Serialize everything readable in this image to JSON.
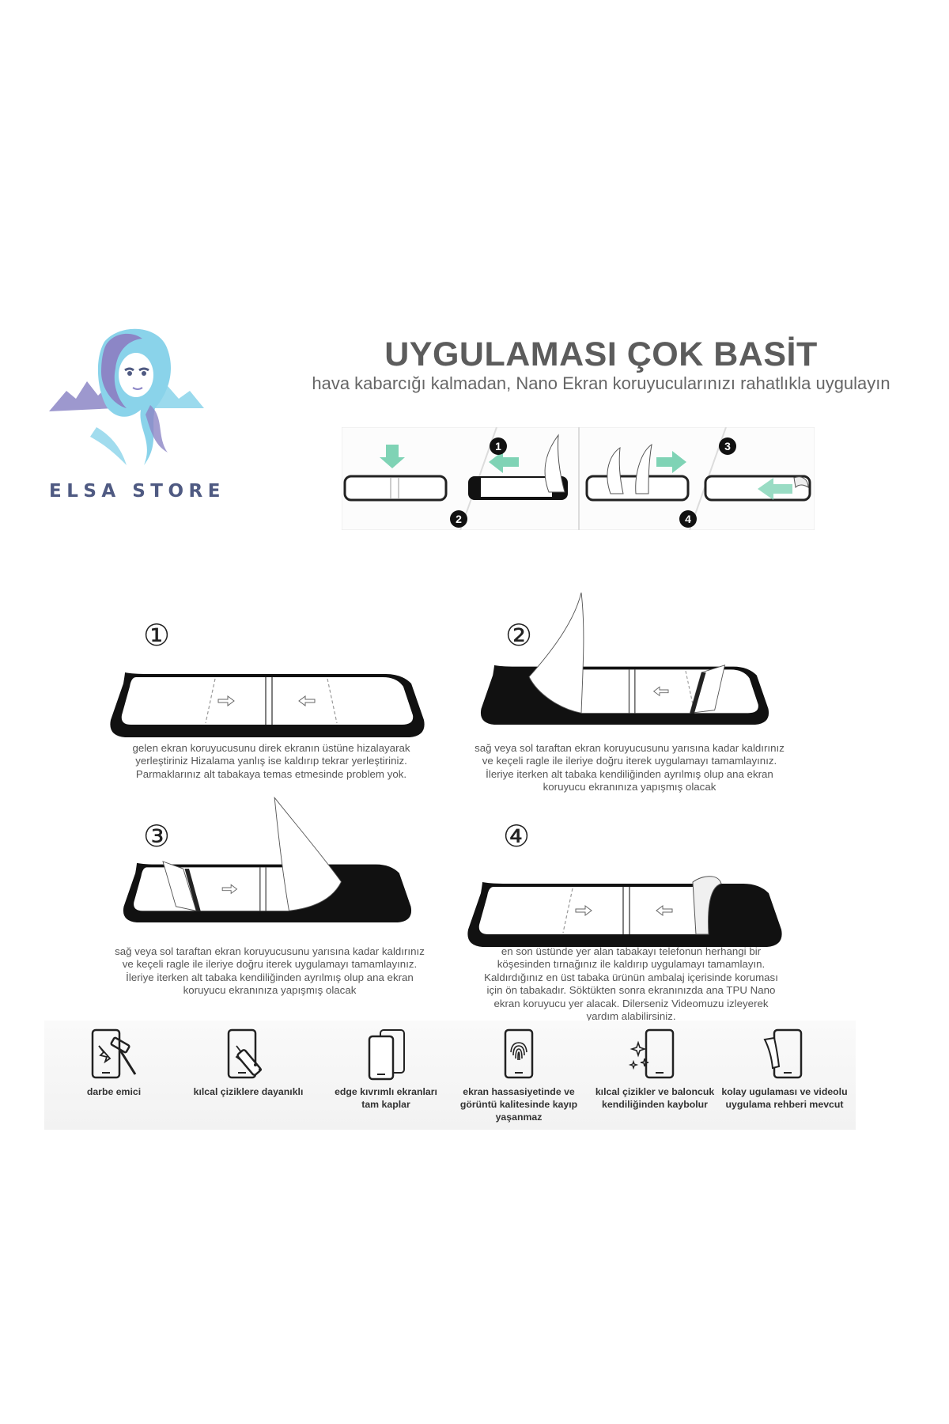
{
  "brand": {
    "name": "ELSA STORE",
    "logo_icon": "elsa-portrait-logo"
  },
  "header": {
    "title": "UYGULAMASI ÇOK BASİT",
    "subtitle": "hava kabarcığı kalmadan, Nano Ekran koruyucularınızı rahatlıkla uygulayın"
  },
  "mini_steps": {
    "numbers": [
      "1",
      "2",
      "3",
      "4"
    ]
  },
  "steps": [
    {
      "number": "①",
      "caption": "gelen ekran koruyucusunu direk ekranın üstüne hizalayarak\nyerleştiriniz Hizalama yanlış ise kaldırıp tekrar yerleştiriniz.\nParmaklarınız alt tabakaya temas etmesinde problem yok."
    },
    {
      "number": "②",
      "caption": "sağ veya sol taraftan ekran koruyucusunu yarısına kadar kaldırınız\nve keçeli ragle ile ileriye doğru iterek uygulamayı tamamlayınız.\nİleriye iterken alt tabaka kendiliğinden ayrılmış olup ana ekran\nkoruyucu ekranınıza yapışmış olacak"
    },
    {
      "number": "③",
      "caption": "sağ veya sol taraftan ekran koruyucusunu yarısına kadar kaldırınız\nve keçeli ragle ile ileriye doğru iterek uygulamayı tamamlayınız.\nİleriye iterken alt tabaka kendiliğinden ayrılmış olup ana ekran\nkoruyucu ekranınıza yapışmış olacak"
    },
    {
      "number": "④",
      "caption": "en son üstünde yer alan tabakayı telefonun herhangi bir\nköşesinden tırnağınız ile kaldırıp uygulamayı tamamlayın.\nKaldırdığınız en üst tabaka ürünün ambalaj içerisinde koruması\niçin ön tabakadır. Söktükten sonra ekranınızda ana TPU Nano\nekran koruyucu yer alacak. Dilerseniz Videomuzu izleyerek\nyardım alabilirsiniz."
    }
  ],
  "features": [
    {
      "icon": "phone-hammer-icon",
      "label": "darbe emici"
    },
    {
      "icon": "phone-cutter-icon",
      "label": "kılcal çiziklere dayanıklı"
    },
    {
      "icon": "curved-edge-phone-icon",
      "label": "edge kıvrımlı ekranları\ntam kaplar"
    },
    {
      "icon": "fingerprint-phone-icon",
      "label": "ekran hassasiyetinde ve\ngörüntü kalitesinde kayıp\nyaşanmaz"
    },
    {
      "icon": "sparkle-phone-icon",
      "label": "kılcal çizikler ve baloncuk\nkendiliğinden kaybolur"
    },
    {
      "icon": "film-apply-phone-icon",
      "label": "kolay ugulaması ve videolu\nuygulama rehberi mevcut"
    }
  ],
  "colors": {
    "accent_green": "#7fd3b5",
    "brand_blue": "#4f5a82",
    "logo_cyan": "#8ad3ea",
    "logo_purple": "#8c86c6"
  }
}
